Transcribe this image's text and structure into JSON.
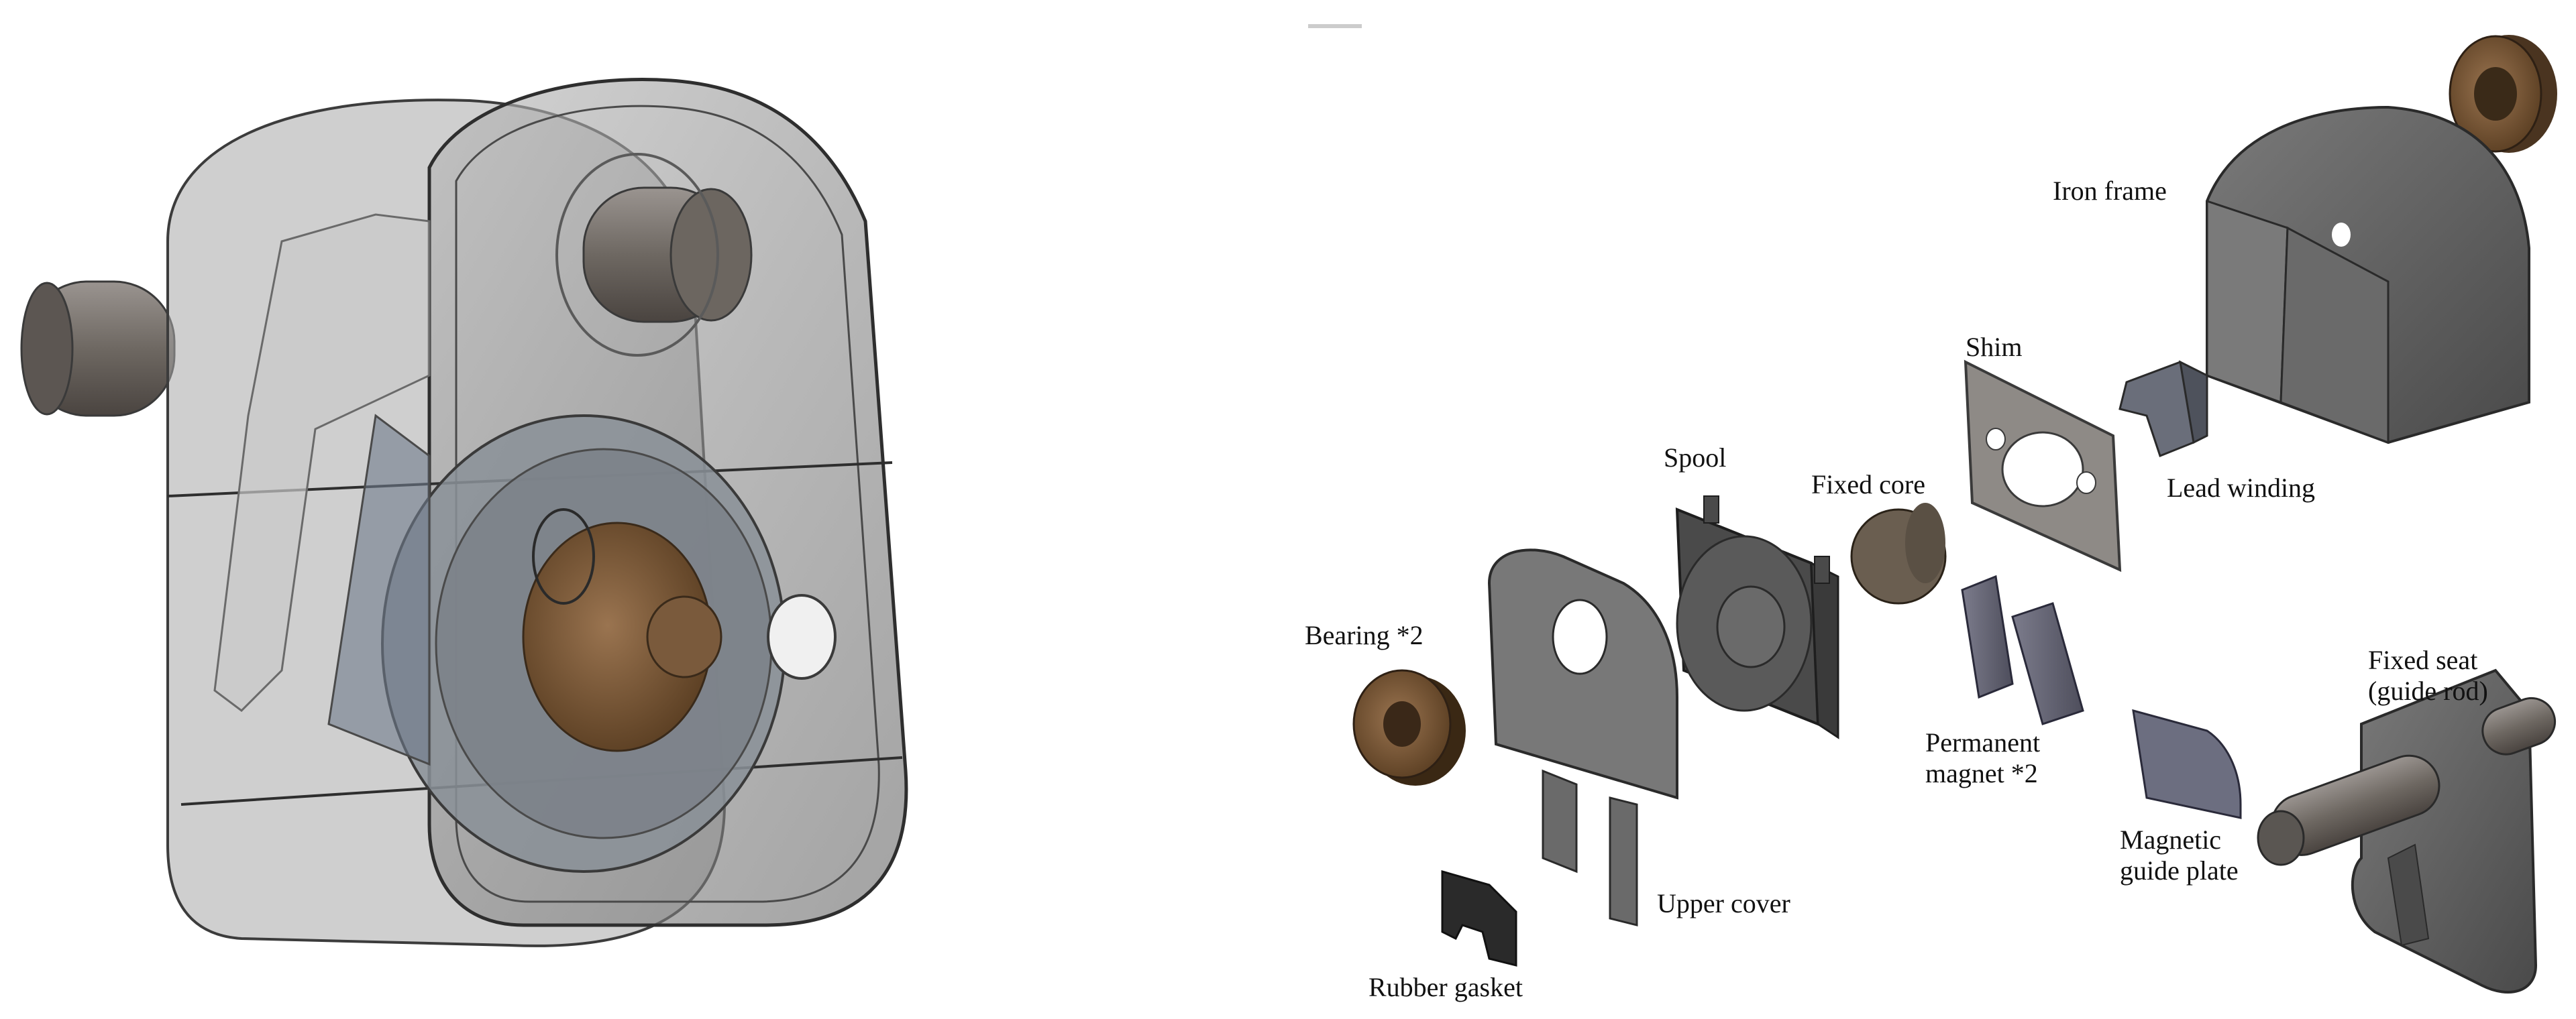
{
  "figure": {
    "left_view": "assembled",
    "right_view": "exploded"
  },
  "labels": {
    "iron_frame": "Iron frame",
    "shim": "Shim",
    "lead_winding": "Lead winding",
    "spool": "Spool",
    "fixed_core": "Fixed core",
    "bearing": "Bearing *2",
    "permanent_magnet_1": "Permanent",
    "permanent_magnet_2": "magnet *2",
    "fixed_seat_1": "Fixed seat",
    "fixed_seat_2": "(guide rod)",
    "magnetic_guide_plate_1": "Magnetic",
    "magnetic_guide_plate_2": "guide plate",
    "upper_cover": "Upper cover",
    "rubber_gasket": "Rubber gasket"
  },
  "colors": {
    "housing": "#8c8c8c",
    "housing_dark": "#5a5a5a",
    "metal": "#6e6e6e",
    "bronze": "#7a5a3a",
    "magnet": "#6a6a78",
    "rubber": "#2a2a2a",
    "outline": "#3a3a3a"
  }
}
